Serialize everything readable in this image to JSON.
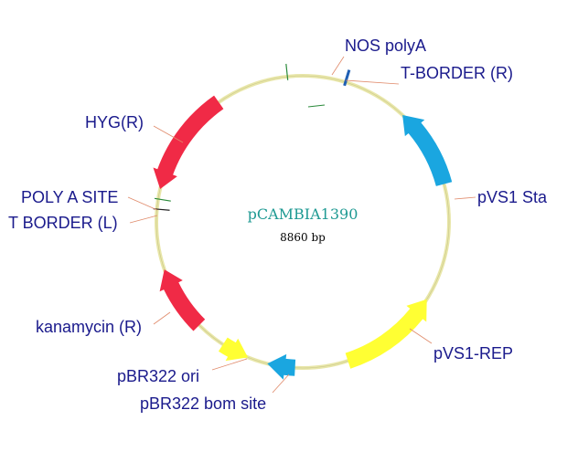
{
  "plasmid": {
    "name": "pCAMBIA1390",
    "size": "8860 bp"
  },
  "features": [
    {
      "id": "nos-polya",
      "label": "NOS polyA",
      "color": "#2a8a3a",
      "kind": "tick"
    },
    {
      "id": "t-border-r",
      "label": "T-BORDER (R)",
      "color": "#1f5fb4",
      "kind": "tick"
    },
    {
      "id": "pvs1-sta",
      "label": "pVS1 Sta",
      "color": "#1aa6e0",
      "kind": "arrow"
    },
    {
      "id": "pvs1-rep",
      "label": "pVS1-REP",
      "color": "#ffff33",
      "kind": "arrow"
    },
    {
      "id": "pbr322-bom",
      "label": "pBR322 bom site",
      "color": "#1aa6e0",
      "kind": "arrow"
    },
    {
      "id": "pbr322-ori",
      "label": "pBR322 ori",
      "color": "#ffff33",
      "kind": "arrow"
    },
    {
      "id": "kanamycin-r",
      "label": "kanamycin (R)",
      "color": "#f02a46",
      "kind": "arrow"
    },
    {
      "id": "t-border-l",
      "label": "T BORDER (L)",
      "color": "#2a8a3a",
      "kind": "tick"
    },
    {
      "id": "poly-a-site",
      "label": "POLY A SITE",
      "color": "#222222",
      "kind": "tick"
    },
    {
      "id": "hyg-r",
      "label": "HYG(R)",
      "color": "#f02a46",
      "kind": "arrow"
    }
  ],
  "colors": {
    "backbone": "#e8e6a8",
    "label_text": "#1a1a8c",
    "leader_line": "#e08a6a"
  }
}
